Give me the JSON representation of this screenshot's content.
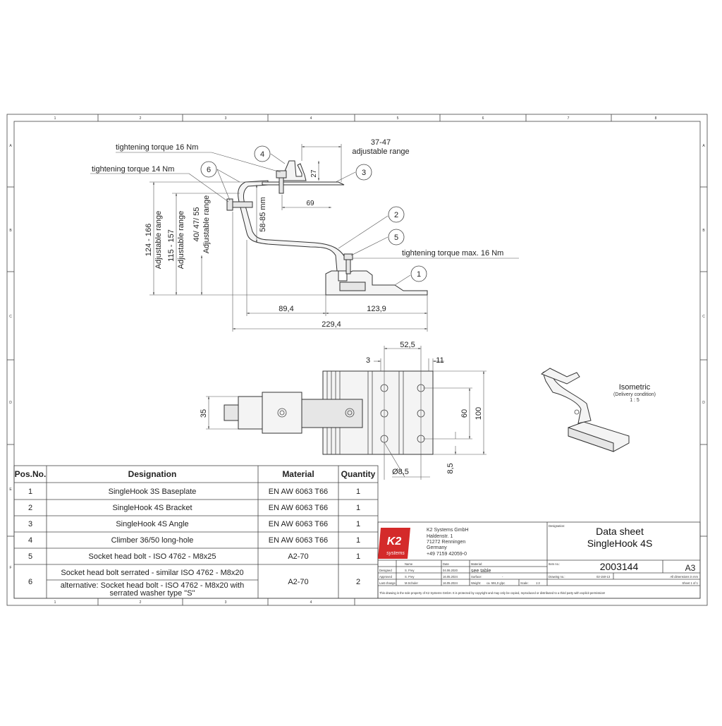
{
  "border": {
    "columns": [
      "1",
      "2",
      "3",
      "4",
      "5",
      "6",
      "7",
      "8"
    ],
    "rows": [
      "A",
      "B",
      "C",
      "D",
      "E",
      "F"
    ]
  },
  "drawing": {
    "torque_16": "tightening torque 16 Nm",
    "torque_14": "tightening torque 14 Nm",
    "torque_max": "tightening torque max. 16 Nm",
    "range_37_47": "37-47",
    "adjustable_range": "adjustable range",
    "adjustable_range_cap": "Adjustable range",
    "dim_27": "27",
    "dim_69": "69",
    "dim_124_166": "124 - 166",
    "dim_115_157": "115 - 157",
    "dim_40_47_55": "40/ 47/ 55",
    "dim_58_85": "58-85 mm",
    "dim_89_4": "89,4",
    "dim_123_9": "123,9",
    "dim_229_4": "229,4",
    "dim_52_5": "52,5",
    "dim_3": "3",
    "dim_11": "11",
    "dim_35": "35",
    "dim_60": "60",
    "dim_100": "100",
    "dim_8_5_dia": "Ø8,5",
    "dim_8_5": "8,5",
    "balloons": [
      "1",
      "2",
      "3",
      "4",
      "5",
      "6"
    ],
    "iso_title": "Isometric",
    "iso_condition": "(Delivery condition)",
    "iso_scale": "1 : 5"
  },
  "parts_table": {
    "headers": [
      "Pos.No.",
      "Designation",
      "Material",
      "Quantity"
    ],
    "rows": [
      {
        "pos": "1",
        "designation": "SingleHook 3S Baseplate",
        "material": "EN AW 6063 T66",
        "qty": "1"
      },
      {
        "pos": "2",
        "designation": "SingleHook 4S Bracket",
        "material": "EN AW 6063 T66",
        "qty": "1"
      },
      {
        "pos": "3",
        "designation": "SingleHook 4S Angle",
        "material": "EN AW 6063 T66",
        "qty": "1"
      },
      {
        "pos": "4",
        "designation": "Climber 36/50 long-hole",
        "material": "EN AW 6063 T66",
        "qty": "1"
      },
      {
        "pos": "5",
        "designation": "Socket head bolt - ISO 4762 - M8x25",
        "material": "A2-70",
        "qty": "1"
      }
    ],
    "row6": {
      "pos": "6",
      "line1": "Socket head bolt serrated - similar ISO 4762 - M8x20",
      "line2": "alternative: Socket head bolt - ISO 4762 - M8x20 with",
      "line3": "serrated washer type \"S\"",
      "material": "A2-70",
      "qty": "2"
    }
  },
  "title_block": {
    "logo_text": "K2",
    "logo_sub": "systems",
    "company": [
      "K2 Systems GmbH",
      "Haldenstr. 1",
      "71272 Renningen",
      "Germany",
      "+49 7159 42059-0"
    ],
    "designation_label": "Designation:",
    "title1": "Data sheet",
    "title2": "SingleHook 4S",
    "item_label": "Item no.:",
    "item_no": "2003144",
    "size": "A3",
    "col_name": "Name",
    "col_date": "Date",
    "material_label": "Material:",
    "material_value": "see table",
    "surface_label": "Surface:",
    "surface_value": "-",
    "drawing_label": "Drawing no.:",
    "drawing_no": "02-150-13",
    "dims_note": "All dimensions in mm",
    "sheet": "Sheet 1 of 1",
    "designed": "Designed",
    "designed_name": "S. Frey",
    "designed_date": "04.06.2020",
    "approved": "Approved",
    "approved_name": "S. Frey",
    "approved_date": "16.05.2024",
    "last_change": "Last change",
    "last_name": "M.Schuler",
    "last_date": "16.05.2024",
    "weight_label": "Weight:",
    "weight_value": "ca. 591,0 g/pc",
    "scale_label": "Scale:",
    "scale_value": "1:2",
    "notice": "This drawing is the sole property of K2 Systems GmbH.  It is protected by copyright and may only be copied, reproduced or distributed to a third party with explicit permission!"
  },
  "colors": {
    "logo": "#d42a2a",
    "line": "#444444"
  }
}
